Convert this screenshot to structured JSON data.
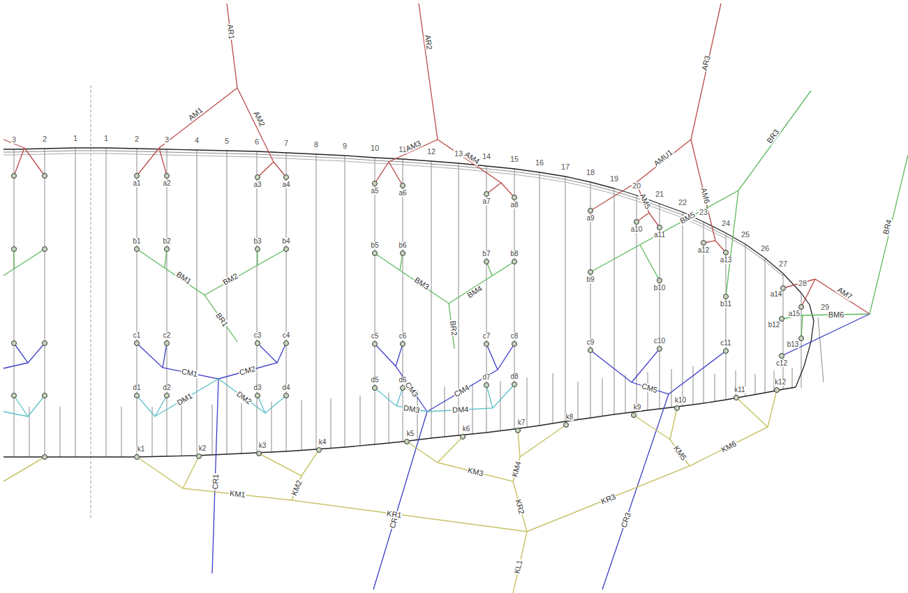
{
  "diagram": {
    "labels": [
      "3",
      "2",
      "1",
      "1",
      "2",
      "3",
      "4",
      "5",
      "6",
      "7",
      "8",
      "9",
      "10",
      "11",
      "12",
      "13",
      "14",
      "15",
      "16",
      "17",
      "18",
      "19",
      "20",
      "21",
      "22",
      "23",
      "24",
      "25",
      "26",
      "27",
      "28",
      "29",
      "a1",
      "a2",
      "a3",
      "a4",
      "a5",
      "a6",
      "a7",
      "a8",
      "a9",
      "a10",
      "a11",
      "a12",
      "a13",
      "a14",
      "a15",
      "b1",
      "b2",
      "b3",
      "b4",
      "b5",
      "b6",
      "b7",
      "b8",
      "b9",
      "b10",
      "b11",
      "b12",
      "b13",
      "c1",
      "c2",
      "c3",
      "c4",
      "c5",
      "c6",
      "c7",
      "c8",
      "c9",
      "c10",
      "c11",
      "c12",
      "d1",
      "d2",
      "d3",
      "d4",
      "d5",
      "d6",
      "d7",
      "d8",
      "k1",
      "k2",
      "k3",
      "k4",
      "k5",
      "k6",
      "k7",
      "k8",
      "k9",
      "k10",
      "k11",
      "k12",
      "AR1",
      "AM1",
      "AM2",
      "AR2",
      "AM3",
      "AM4",
      "AR3",
      "AMU1",
      "AM5",
      "AM6",
      "AM7",
      "BR1",
      "BM1",
      "BM2",
      "BR2",
      "BM3",
      "BM4",
      "BR3",
      "BM5",
      "BR4",
      "BM6",
      "CR1",
      "CM1",
      "CM2",
      "CM3",
      "CM4",
      "CR2",
      "CR3",
      "CM5",
      "DM1",
      "DM2",
      "DM3",
      "DM4",
      "KL1",
      "KR1",
      "KM1",
      "KM2",
      "KR2",
      "KM3",
      "KM4",
      "KR3",
      "KM5",
      "KM6"
    ]
  }
}
